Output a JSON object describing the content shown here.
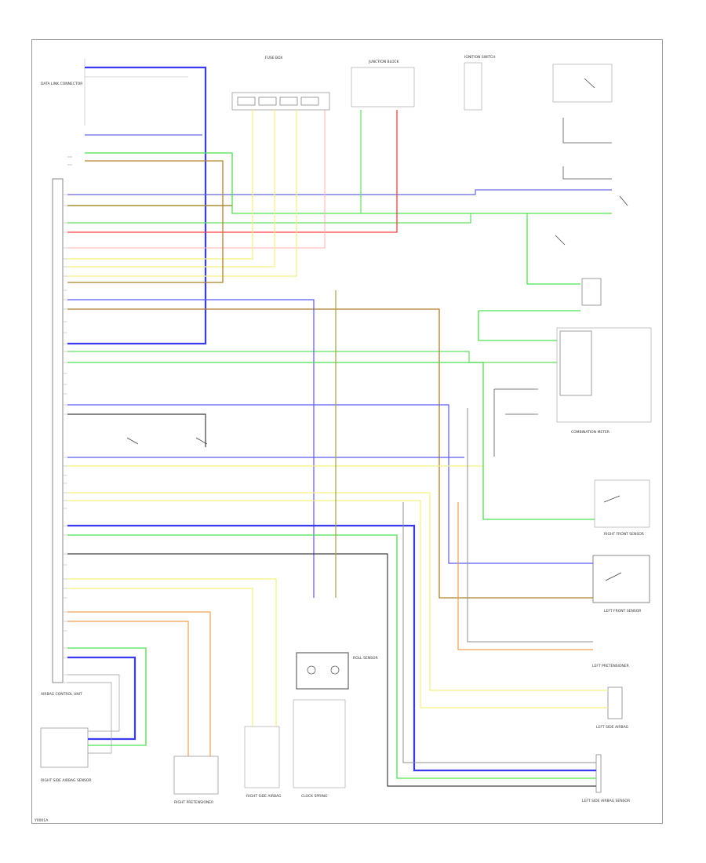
{
  "colors": {
    "blue": "#3a3af0",
    "green": "#4ee04e",
    "light_green": "#9ef09e",
    "yellow": "#f4f080",
    "red": "#ff4040",
    "orange": "#f0a050",
    "brown": "#b08028",
    "gray": "#707070",
    "dark": "#404040",
    "pink": "#ffb0b0",
    "outline": "#888888"
  },
  "figure_code": "Y0001A",
  "components": {
    "airbag_module": {
      "text": "AIRBAG CONTROL UNIT"
    },
    "right_side_sensor": {
      "text": "RIGHT SIDE AIRBAG SENSOR"
    },
    "right_pretensioner": {
      "text": "RIGHT PRETENSIONER"
    },
    "right_side_airbag": {
      "text": "RIGHT SIDE AIRBAG"
    },
    "roll_sensor": {
      "text": "ROLL SENSOR"
    },
    "left_side_sensor": {
      "text": "LEFT SIDE AIRBAG SENSOR"
    },
    "left_side_airbag": {
      "text": "LEFT SIDE AIRBAG"
    },
    "left_pretensioner": {
      "text": "LEFT PRETENSIONER"
    },
    "left_front_sensor": {
      "text": "LEFT FRONT SENSOR"
    },
    "right_front_sensor": {
      "text": "RIGHT FRONT SENSOR"
    },
    "combination_meter": {
      "text": "COMBINATION METER"
    },
    "junction_block": {
      "text": "JUNCTION BLOCK"
    },
    "clock_spring": {
      "text": "CLOCK SPRING"
    },
    "fuse_box": {
      "text": "FUSE BOX"
    },
    "ignition_switch": {
      "text": "IGNITION SWITCH"
    },
    "data_link": {
      "text": "DATA LINK CONNECTOR"
    }
  }
}
